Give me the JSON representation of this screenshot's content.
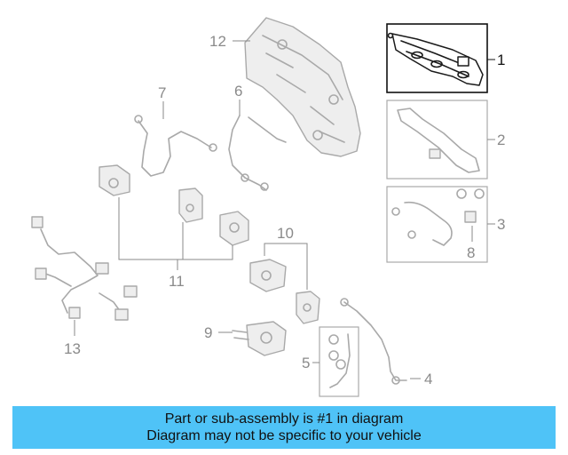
{
  "diagram": {
    "callouts": [
      {
        "id": "1",
        "label": "1",
        "highlighted": true
      },
      {
        "id": "2",
        "label": "2",
        "highlighted": false
      },
      {
        "id": "3",
        "label": "3",
        "highlighted": false
      },
      {
        "id": "4",
        "label": "4",
        "highlighted": false
      },
      {
        "id": "5",
        "label": "5",
        "highlighted": false
      },
      {
        "id": "6",
        "label": "6",
        "highlighted": false
      },
      {
        "id": "7",
        "label": "7",
        "highlighted": false
      },
      {
        "id": "8",
        "label": "8",
        "highlighted": false
      },
      {
        "id": "9",
        "label": "9",
        "highlighted": false
      },
      {
        "id": "10",
        "label": "10",
        "highlighted": false
      },
      {
        "id": "11",
        "label": "11",
        "highlighted": false
      },
      {
        "id": "12",
        "label": "12",
        "highlighted": false
      },
      {
        "id": "13",
        "label": "13",
        "highlighted": false
      }
    ],
    "colors": {
      "highlight": "#111111",
      "muted": "#a9a9a9",
      "banner": "#4fc3f7"
    }
  },
  "banner": {
    "line1": "Part or sub-assembly is #1 in diagram",
    "line2": "Diagram may not be specific to your vehicle"
  }
}
